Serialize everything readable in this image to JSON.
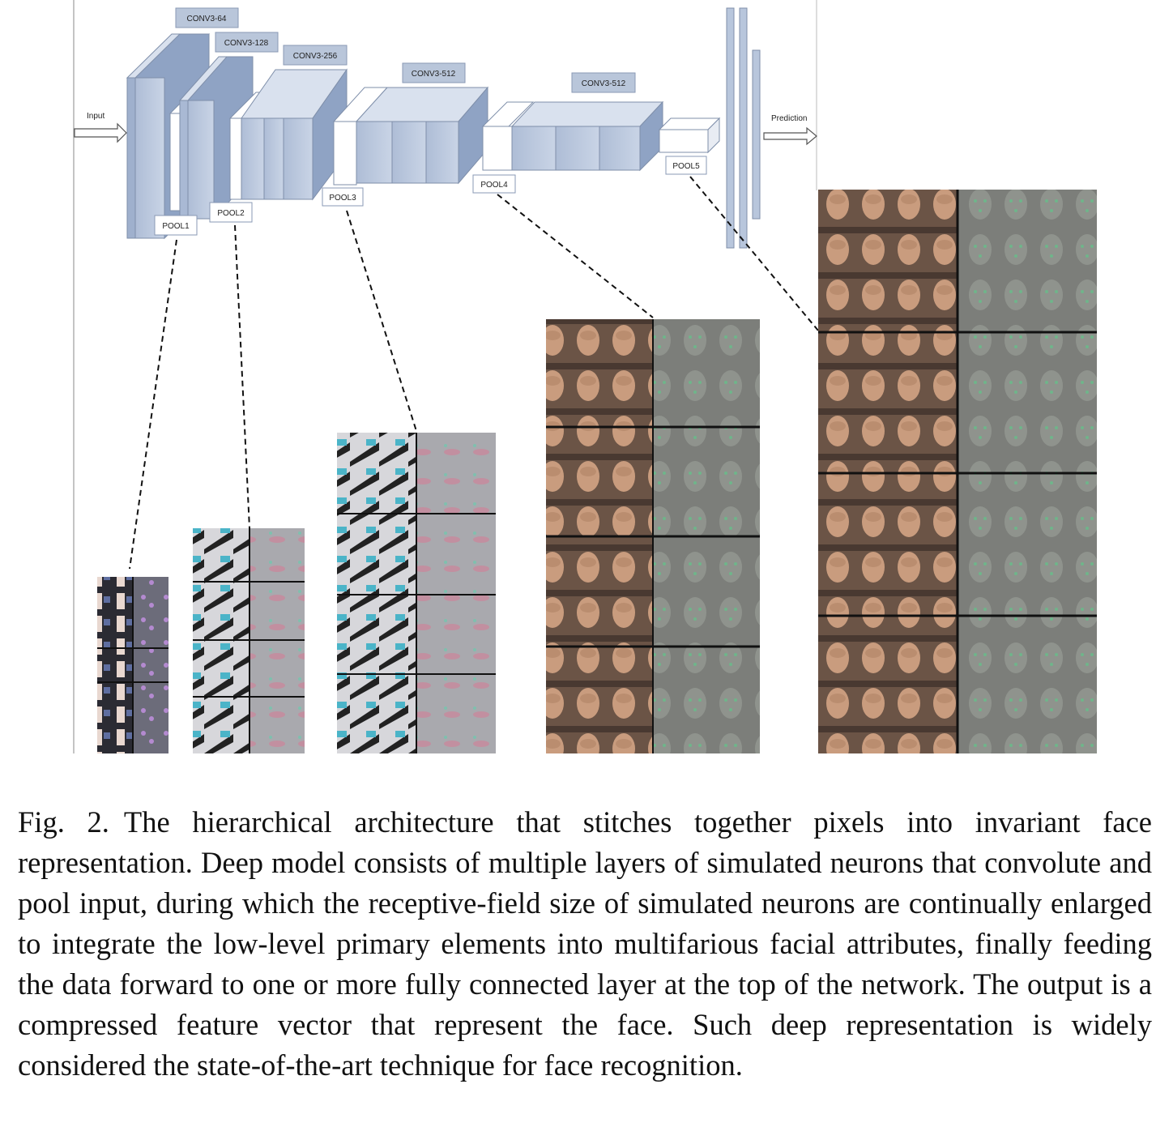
{
  "figure": {
    "input_label": "Input",
    "prediction_label": "Prediction",
    "conv_labels": [
      "CONV3-64",
      "CONV3-128",
      "CONV3-256",
      "CONV3-512",
      "CONV3-512"
    ],
    "pool_labels": [
      "POOL1",
      "POOL2",
      "POOL3",
      "POOL4",
      "POOL5"
    ],
    "colors": {
      "block_front": "#b8c6dc",
      "block_side": "#8ea2c2",
      "block_top": "#dbe3ef",
      "label_fill": "#b9c6da",
      "stroke": "#6f7f99"
    }
  },
  "caption": {
    "label": "Fig. 2.",
    "text": "The hierarchical architecture that stitches together pixels into invariant face representation. Deep model consists of multiple layers of simulated neurons that convolute and pool input, during which the receptive-field size of simulated neurons are continually enlarged to integrate the low-level primary elements into multifarious facial attributes, finally feeding the data forward to one or more fully connected layer at the top of the network. The output is a compressed feature vector that represent the face. Such deep representation is widely considered the state-of-the-art technique for face recognition."
  }
}
